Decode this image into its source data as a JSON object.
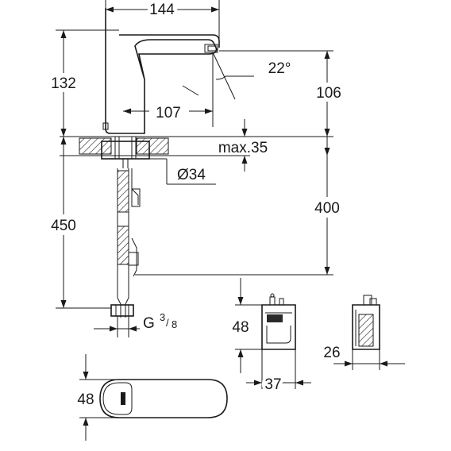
{
  "dimensions": {
    "width_top": "144",
    "height_spout": "132",
    "angle": "22°",
    "projection": "107",
    "height_outlet": "106",
    "deck_thickness": "max.35",
    "hole_diameter": "Ø34",
    "hose_length": "400",
    "total_length": "450",
    "thread": "G",
    "thread_num": "3",
    "thread_den": "8",
    "box_height": "48",
    "box_width": "37",
    "box_depth": "26",
    "base_width": "48"
  },
  "colors": {
    "line": "#1a1a1a",
    "body_fill": "#ffffff",
    "hatch": "#1a1a1a",
    "logo_fill": "#2a2a2a"
  }
}
